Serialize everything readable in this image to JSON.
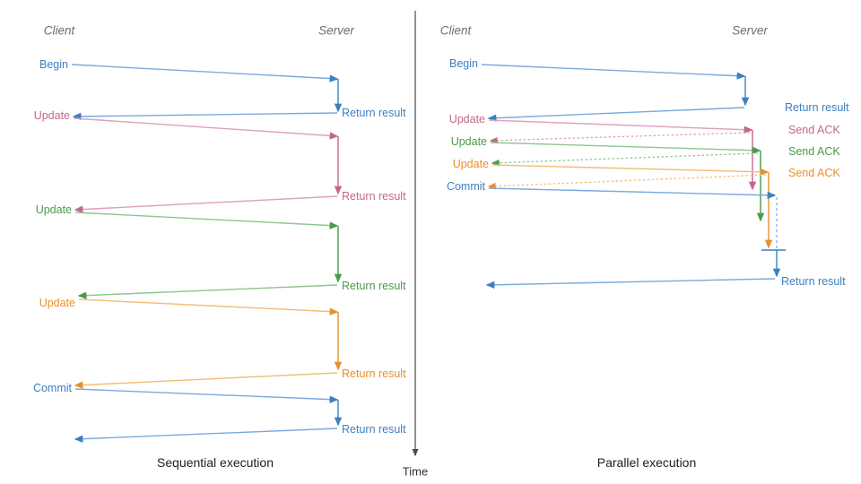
{
  "figure": {
    "title_left": "Sequential execution",
    "title_right": "Parallel execution",
    "time_axis_label": "Time",
    "actors": {
      "client": "Client",
      "server": "Server"
    }
  },
  "colors": {
    "blue": "#3d7fc1",
    "blue_light": "#7aa9dd",
    "pink": "#c4668e",
    "pink_light": "#dda0bd",
    "green": "#489b4a",
    "green_light": "#8cc78c",
    "orange": "#e8902a",
    "orange_light": "#f3bd77",
    "axis": "#4a4a4a",
    "actor_text": "#6e6e6e",
    "caption_text": "#202020"
  },
  "left_panel": {
    "name": "Sequential execution",
    "client_messages": [
      {
        "label": "Begin",
        "color": "blue"
      },
      {
        "label": "Update",
        "color": "pink"
      },
      {
        "label": "Update",
        "color": "green"
      },
      {
        "label": "Update",
        "color": "orange"
      },
      {
        "label": "Commit",
        "color": "blue"
      }
    ],
    "server_messages": [
      {
        "label": "Return result",
        "color": "blue"
      },
      {
        "label": "Return result",
        "color": "pink"
      },
      {
        "label": "Return result",
        "color": "green"
      },
      {
        "label": "Return result",
        "color": "orange"
      },
      {
        "label": "Return result",
        "color": "blue"
      }
    ]
  },
  "right_panel": {
    "name": "Parallel execution",
    "client_messages": [
      {
        "label": "Begin",
        "color": "blue"
      },
      {
        "label": "Update",
        "color": "pink"
      },
      {
        "label": "Update",
        "color": "green"
      },
      {
        "label": "Update",
        "color": "orange"
      },
      {
        "label": "Commit",
        "color": "blue"
      }
    ],
    "server_messages": [
      {
        "label": "Return result",
        "color": "blue"
      },
      {
        "label": "Send ACK",
        "color": "pink"
      },
      {
        "label": "Send ACK",
        "color": "green"
      },
      {
        "label": "Send ACK",
        "color": "orange"
      },
      {
        "label": "Return result",
        "color": "blue"
      }
    ]
  }
}
